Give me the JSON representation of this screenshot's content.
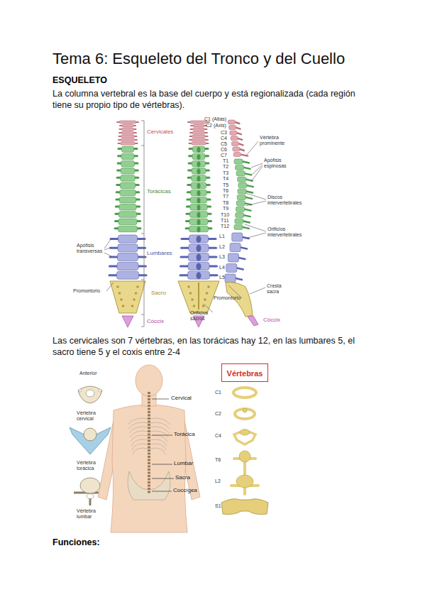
{
  "diagram": {
    "title": "Tema 6: Esqueleto del Tronco y del Cuello",
    "nodes": [
      {
        "text": [
          "Vértebras"
        ]
      }
    ],
    "labels": [
      "ESQUELETO",
      "La columna vertebral es la base del cuerpo y está regionalizada (cada región tiene su propio tipo de vértebras).",
      "Cervicales",
      "Torácicas",
      "Lumbares",
      "Sacro",
      "Cóccix",
      "Apófisis transversas",
      "Promontorio",
      "C1 (Atlas)",
      "C2 (Axis)",
      "C3",
      "C4",
      "C5",
      "C6",
      "C7",
      "Vértebra prominente",
      "T1",
      "T2",
      "T3",
      "T4",
      "T5",
      "T6",
      "T7",
      "T8",
      "T9",
      "T10",
      "T11",
      "T12",
      "Apófisis espinosas",
      "Discos intervertebrales",
      "Orificios intervertebrales",
      "L1",
      "L2",
      "L3",
      "L4",
      "L5",
      "Cresta sacra",
      "Promontorio",
      "Orificios sacros",
      "Cóccix",
      "Las cervicales son 7 vértebras, en las torácicas hay 12, en las lumbares 5, el sacro tiene 5 y el coxis entre 2-4",
      "Anterior",
      "Vértebra cervical",
      "Vértebra torácica",
      "Vértebra lumbar",
      "Cervical",
      "Torácica",
      "Lumbar",
      "Sacra",
      "Coccígea",
      "C1",
      "C2",
      "C4",
      "T6",
      "L2",
      "S1",
      "Funciones:"
    ]
  }
}
